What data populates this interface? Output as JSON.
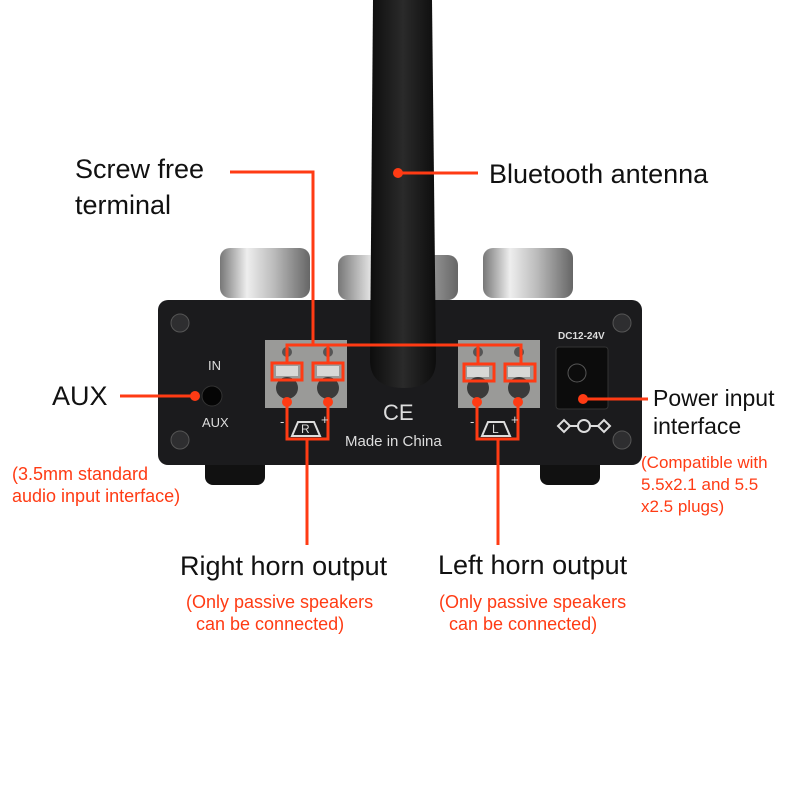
{
  "labels": {
    "screw_terminal": [
      "Screw free",
      "terminal"
    ],
    "bluetooth_antenna": "Bluetooth antenna",
    "aux": "AUX",
    "aux_note": [
      "(3.5mm standard",
      "audio input interface)"
    ],
    "power": [
      "Power input",
      "interface"
    ],
    "power_note": [
      "(Compatible with",
      "5.5x2.1 and 5.5",
      "x2.5 plugs)"
    ],
    "right_horn": "Right horn output",
    "right_note": [
      "(Only passive speakers",
      "can be connected)"
    ],
    "left_horn": "Left horn output",
    "left_note": [
      "(Only passive speakers",
      "can be connected)"
    ]
  },
  "device": {
    "in_label": "IN",
    "aux_label": "AUX",
    "ce_mark": "CE",
    "made_in": "Made in China",
    "dc_label": "DC12-24V",
    "right_channel": "R",
    "left_channel": "L",
    "minus": "-",
    "plus": "+"
  },
  "colors": {
    "accent": "#ff3b14",
    "panel": "#1b1b1d",
    "terminal": "#9a9a98"
  }
}
